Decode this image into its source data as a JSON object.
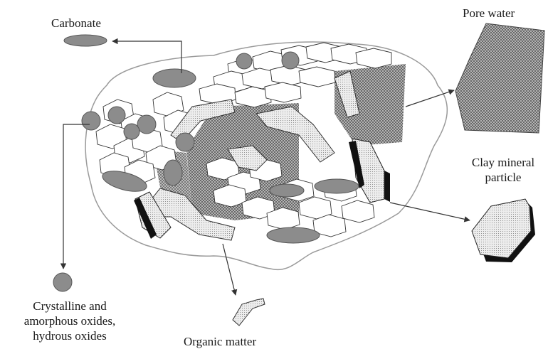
{
  "labels": {
    "carbonate": "Carbonate",
    "pore_water": "Pore water",
    "clay_mineral_line1": "Clay mineral",
    "clay_mineral_line2": "particle",
    "oxides_line1": "Crystalline and",
    "oxides_line2": "amorphous oxides,",
    "oxides_line3": "hydrous oxides",
    "organic_matter": "Organic matter"
  },
  "colors": {
    "oxide_fill": "#8c8c8c",
    "pore_hatch": "#5a5a5a",
    "clay_fill": "#dcdcdc",
    "outline": "#222222",
    "aggregate_outline": "#9a9a9a"
  }
}
